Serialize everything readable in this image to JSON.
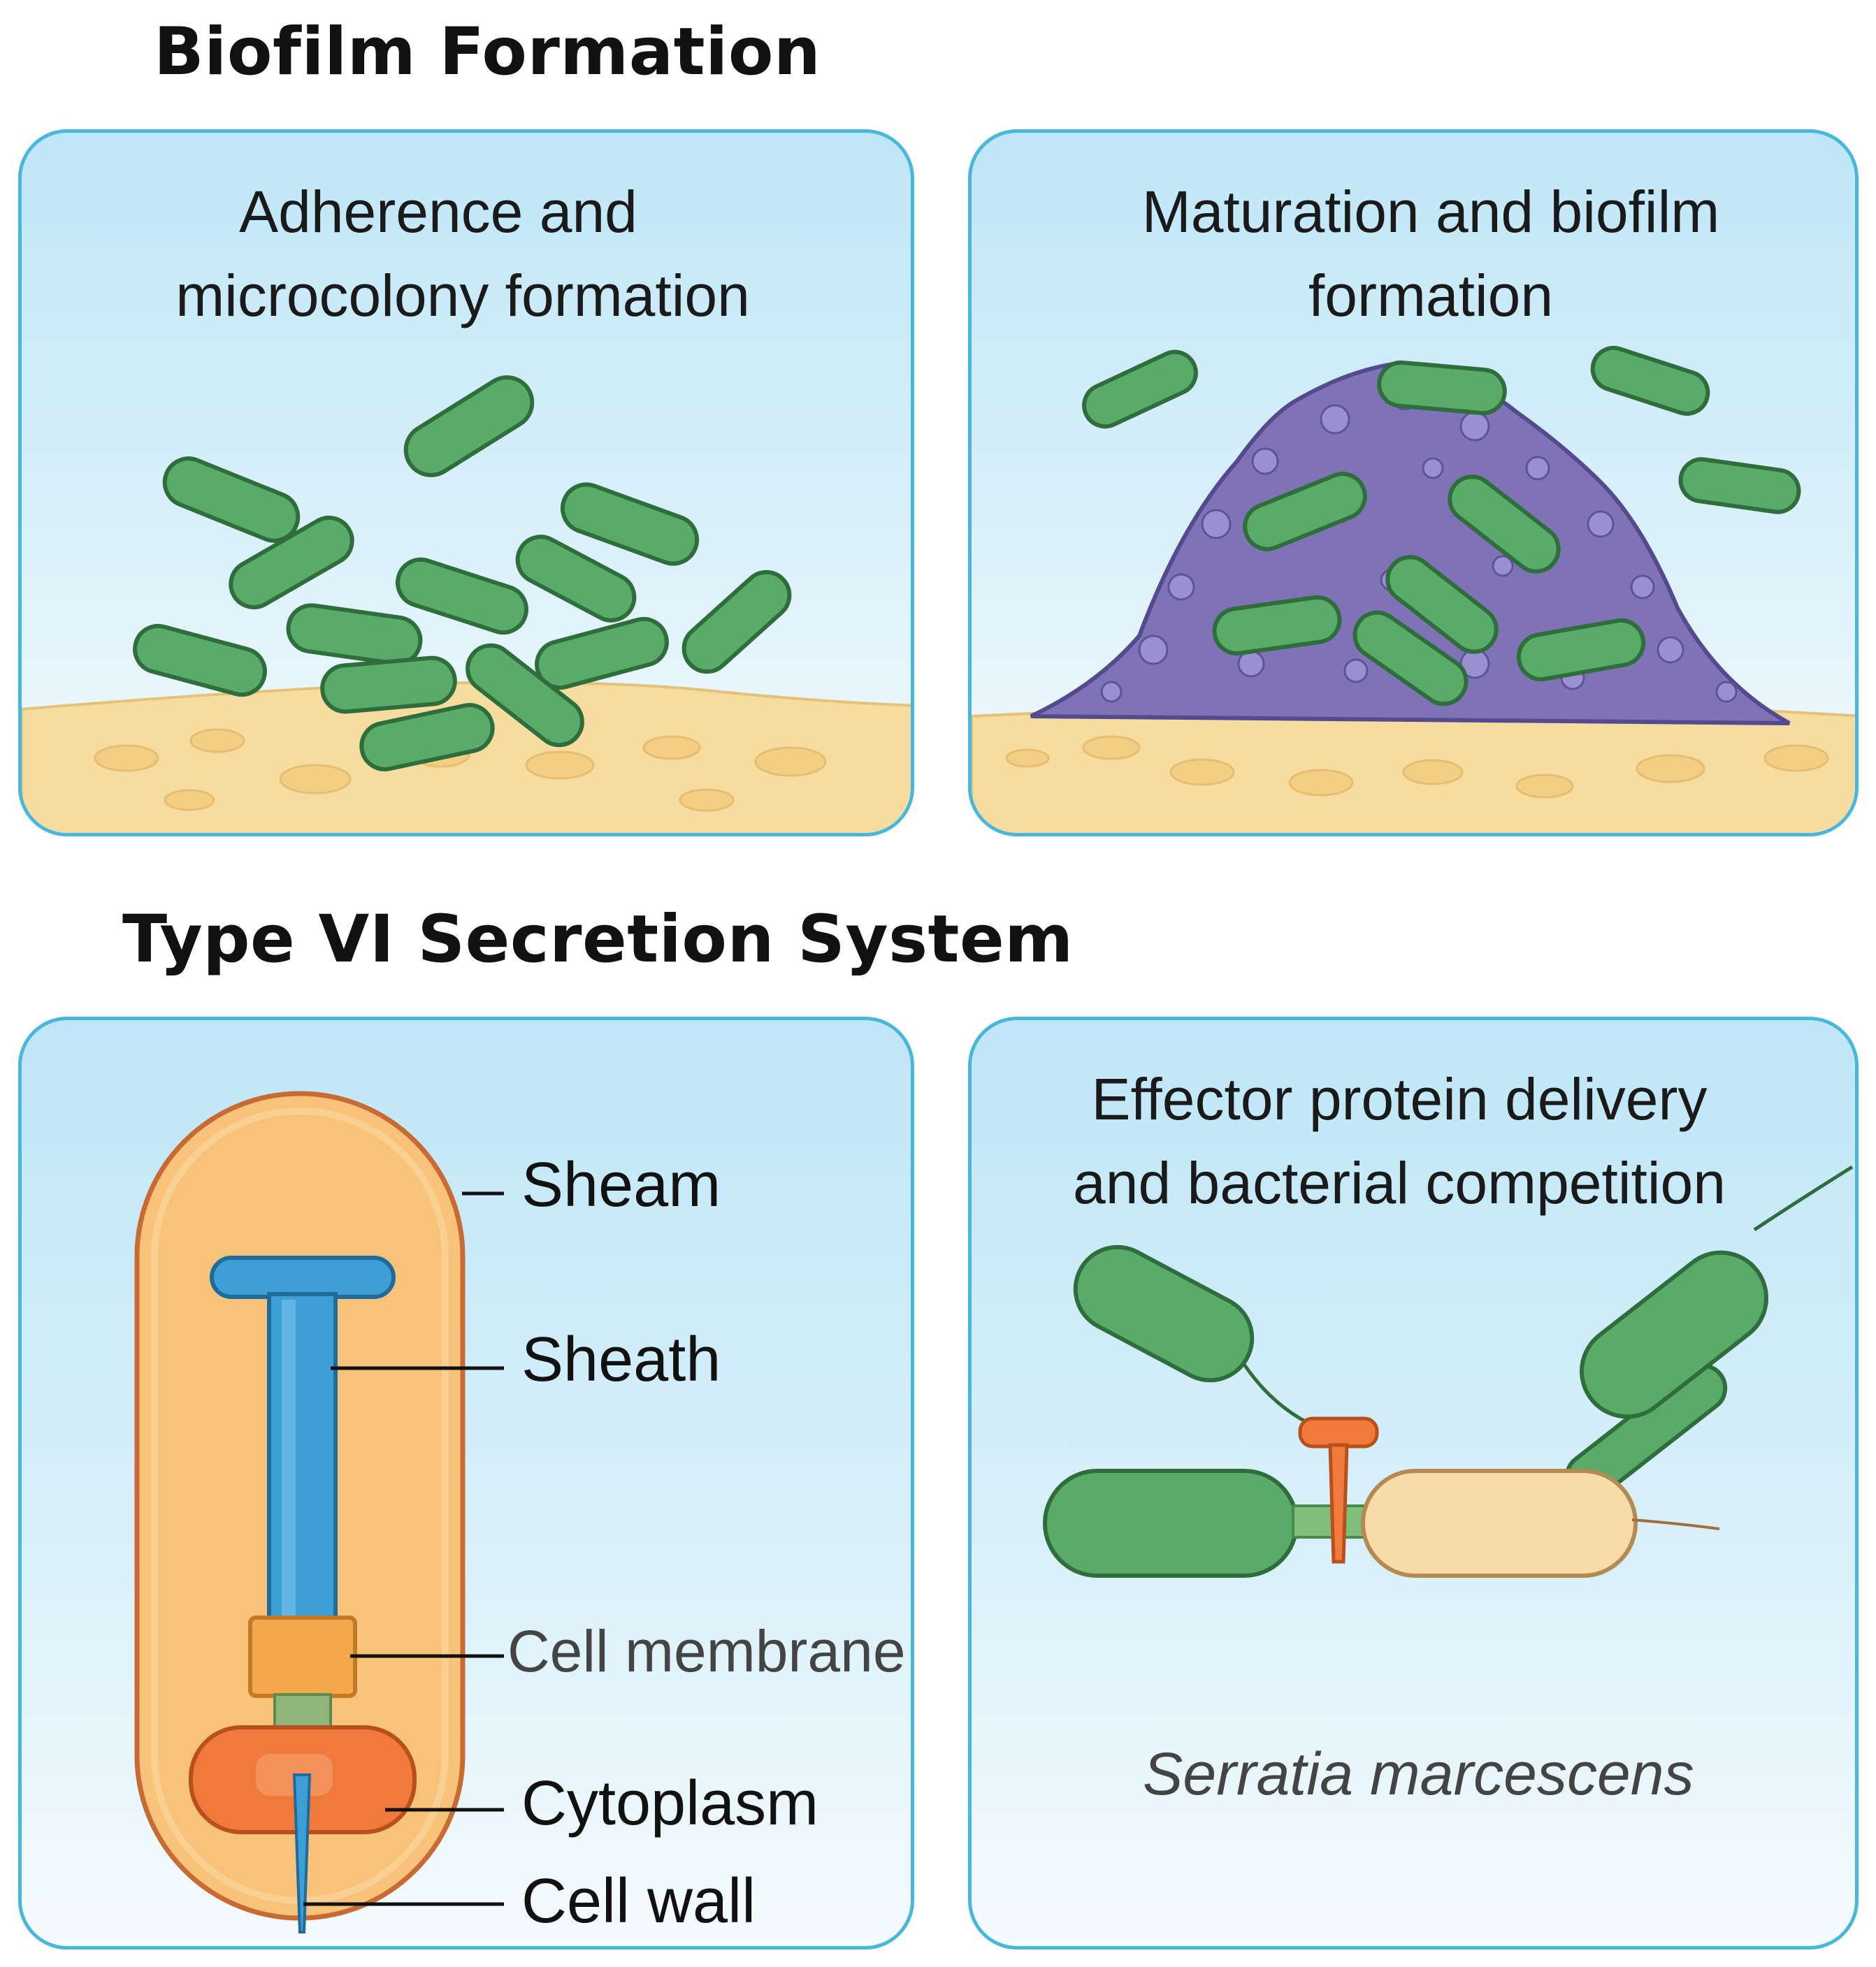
{
  "sections": {
    "biofilm_title": "Biofilm Formation",
    "t6ss_title": "Type VI Secretion System"
  },
  "panels": {
    "adherence": {
      "title_line1": "Adherence and",
      "title_line2": "microcolony formation"
    },
    "maturation": {
      "title_line1": "Maturation and biofilm",
      "title_line2": "formation"
    },
    "structure": {
      "labels": [
        "Sheam",
        "Sheath",
        "Cell membrane",
        "Cytoplasm",
        "Cell wall"
      ]
    },
    "effector": {
      "title_line1": "Effector protein delivery",
      "title_line2": "and bacterial competition",
      "species": "Serratia marcescens"
    }
  },
  "colors": {
    "bacterium_green": "#5aaa6a",
    "bacterium_outline": "#2f6e3c",
    "matrix_purple": "#7f72b6",
    "surface_tan": "#f6dc9e",
    "panel_border": "#49b6dc",
    "sheath_blue": "#3e9fd6",
    "baseplate_orange": "#f07a3c",
    "cell_body_orange": "#f8c27a"
  }
}
